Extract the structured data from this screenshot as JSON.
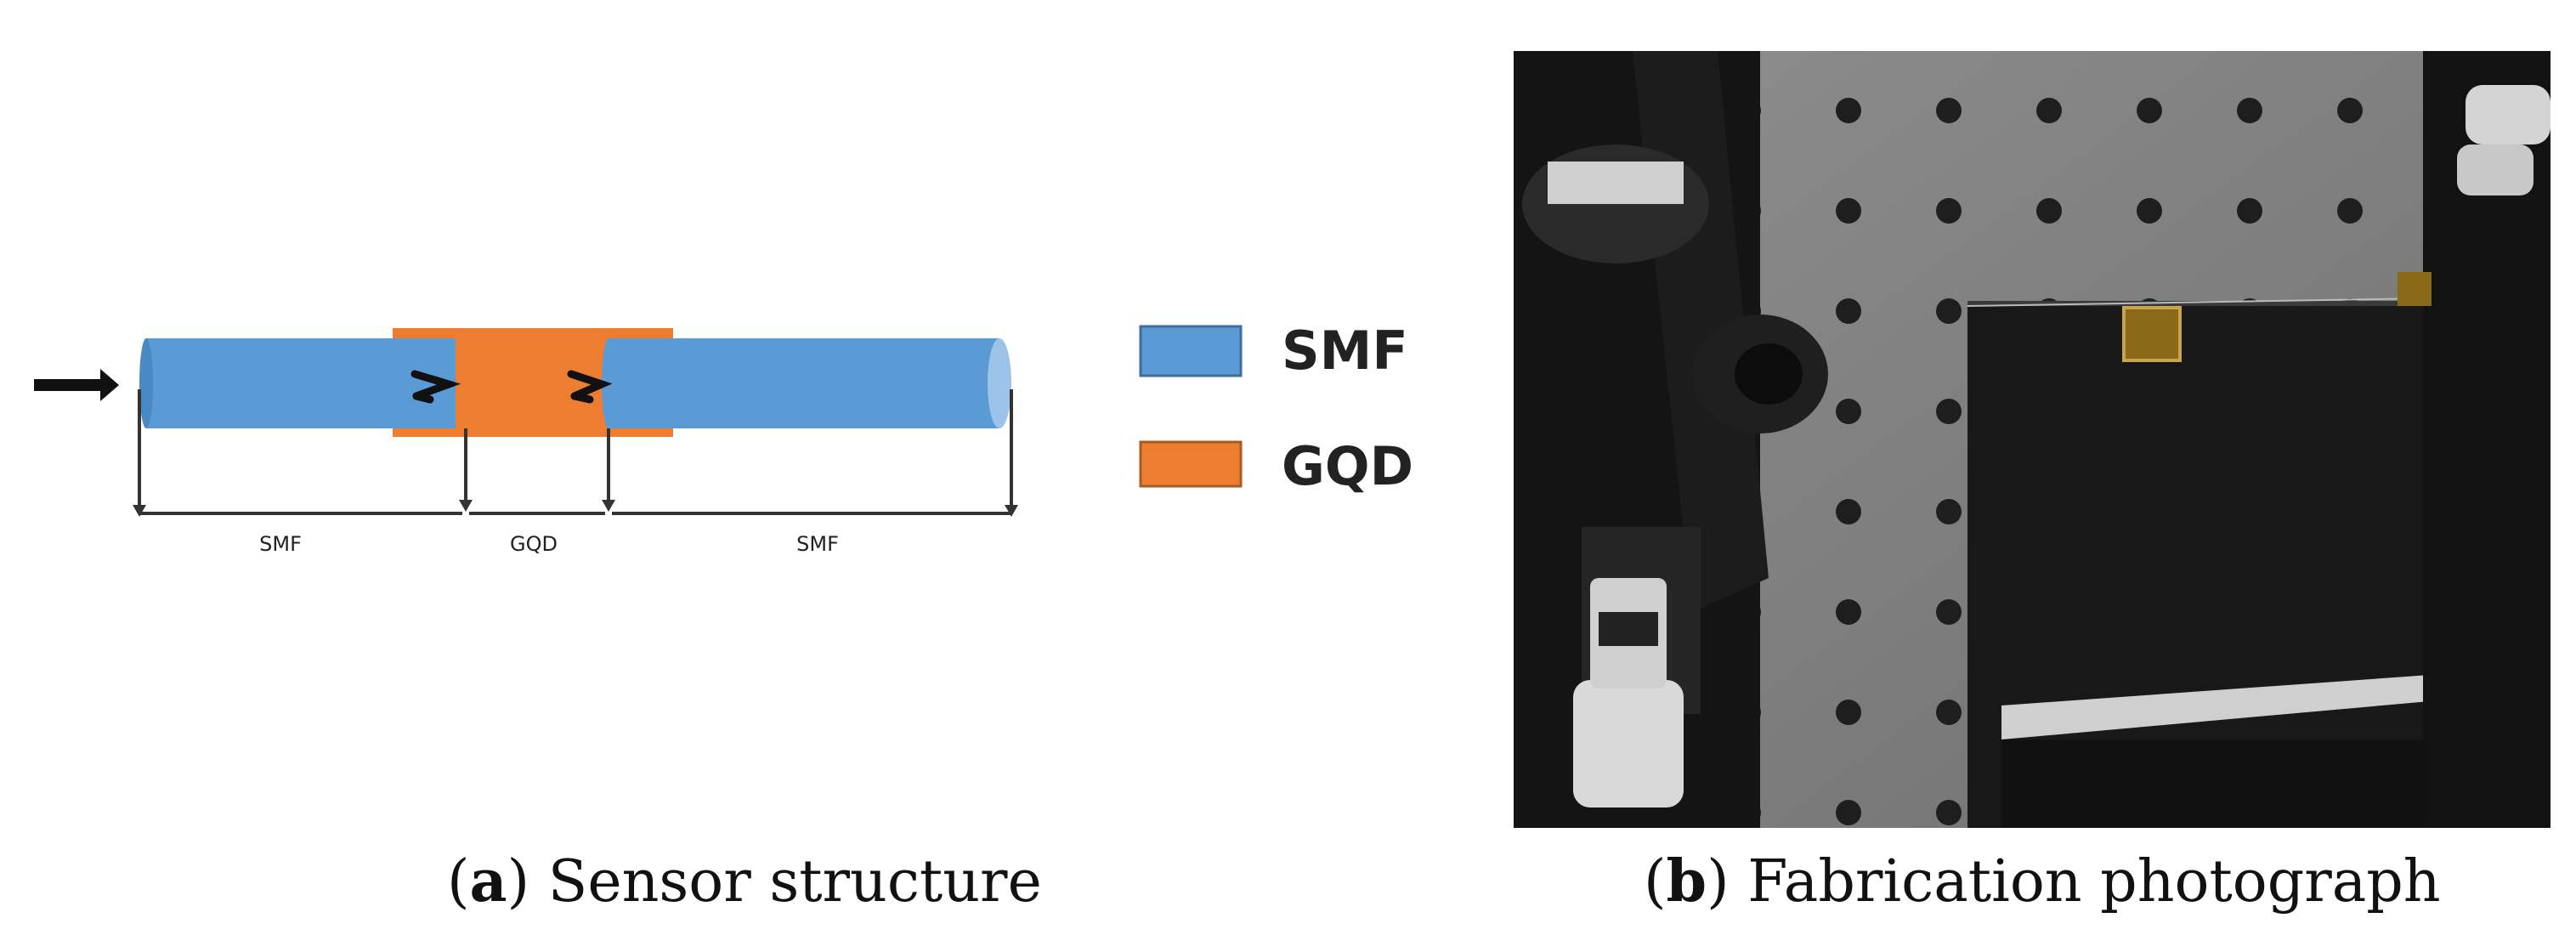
{
  "panel_a": {
    "segment_labels": [
      "SMF",
      "GQD",
      "SMF"
    ],
    "legend": [
      {
        "label": "SMF",
        "color": "#5b9bd5"
      },
      {
        "label": "GQD",
        "color": "#ed7d31"
      }
    ],
    "caption": {
      "label": "a",
      "text": "Sensor structure"
    }
  },
  "panel_b": {
    "caption": {
      "label": "b",
      "text": "Fabrication photograph"
    }
  },
  "colors": {
    "smf": "#5b9bd5",
    "gqd": "#ed7d31"
  }
}
